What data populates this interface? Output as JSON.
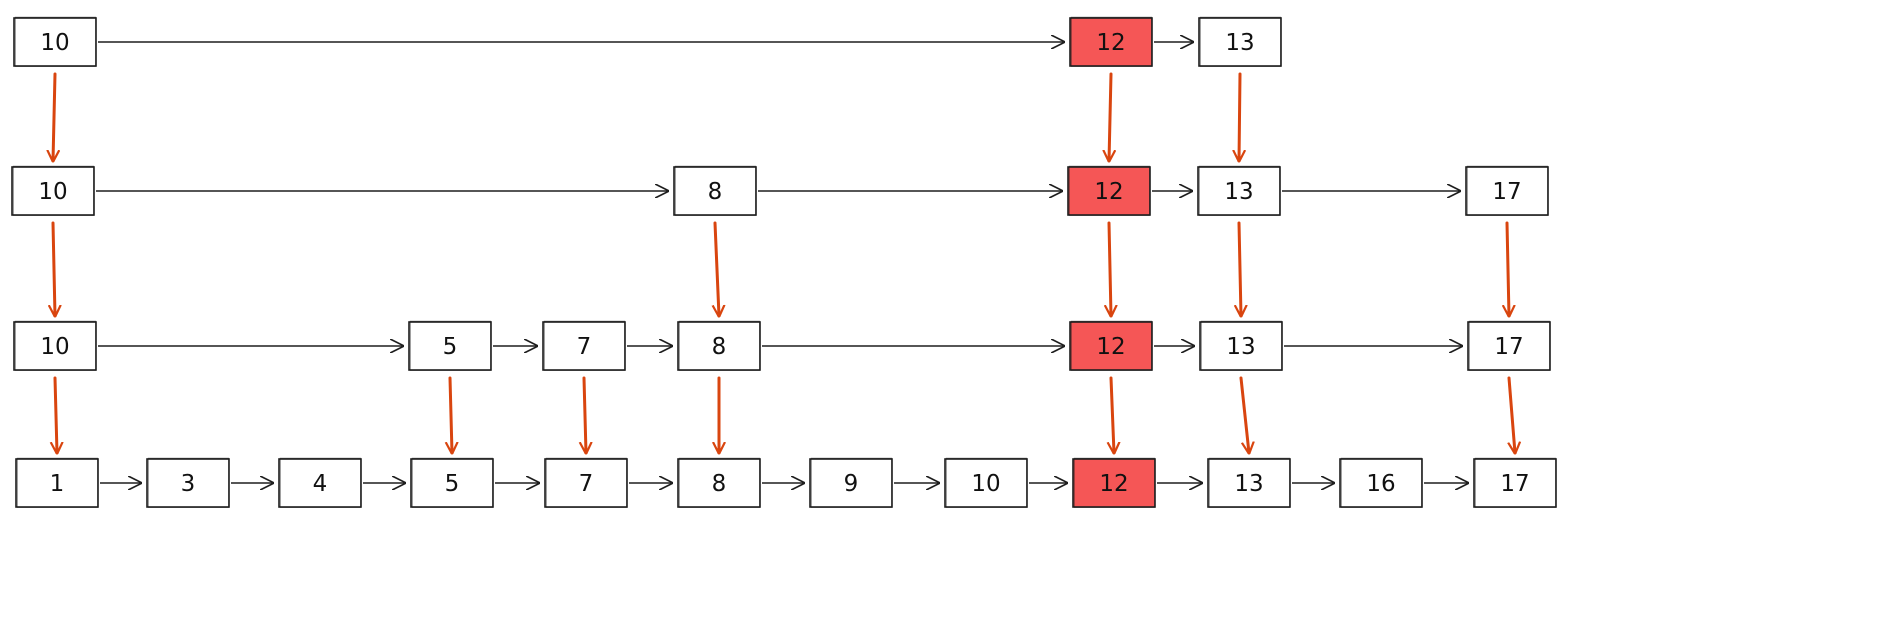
{
  "diagram": {
    "type": "skip-list",
    "levels": [
      {
        "level": 3,
        "nodes": [
          {
            "id": "L3-10",
            "value": "10",
            "highlight": false
          },
          {
            "id": "L3-12",
            "value": "12",
            "highlight": true
          },
          {
            "id": "L3-13",
            "value": "13",
            "highlight": false
          }
        ]
      },
      {
        "level": 2,
        "nodes": [
          {
            "id": "L2-10",
            "value": "10",
            "highlight": false
          },
          {
            "id": "L2-8",
            "value": "8",
            "highlight": false
          },
          {
            "id": "L2-12",
            "value": "12",
            "highlight": true
          },
          {
            "id": "L2-13",
            "value": "13",
            "highlight": false
          },
          {
            "id": "L2-17",
            "value": "17",
            "highlight": false
          }
        ]
      },
      {
        "level": 1,
        "nodes": [
          {
            "id": "L1-10",
            "value": "10",
            "highlight": false
          },
          {
            "id": "L1-5",
            "value": "5",
            "highlight": false
          },
          {
            "id": "L1-7",
            "value": "7",
            "highlight": false
          },
          {
            "id": "L1-8",
            "value": "8",
            "highlight": false
          },
          {
            "id": "L1-12",
            "value": "12",
            "highlight": true
          },
          {
            "id": "L1-13",
            "value": "13",
            "highlight": false
          },
          {
            "id": "L1-17",
            "value": "17",
            "highlight": false
          }
        ]
      },
      {
        "level": 0,
        "nodes": [
          {
            "id": "L0-1",
            "value": "1",
            "highlight": false
          },
          {
            "id": "L0-3",
            "value": "3",
            "highlight": false
          },
          {
            "id": "L0-4",
            "value": "4",
            "highlight": false
          },
          {
            "id": "L0-5",
            "value": "5",
            "highlight": false
          },
          {
            "id": "L0-7",
            "value": "7",
            "highlight": false
          },
          {
            "id": "L0-8",
            "value": "8",
            "highlight": false
          },
          {
            "id": "L0-9",
            "value": "9",
            "highlight": false
          },
          {
            "id": "L0-10",
            "value": "10",
            "highlight": false
          },
          {
            "id": "L0-12",
            "value": "12",
            "highlight": true
          },
          {
            "id": "L0-13",
            "value": "13",
            "highlight": false
          },
          {
            "id": "L0-16",
            "value": "16",
            "highlight": false
          },
          {
            "id": "L0-17",
            "value": "17",
            "highlight": false
          }
        ]
      }
    ],
    "horizontal_links": [
      [
        "L3-10",
        "L3-12"
      ],
      [
        "L3-12",
        "L3-13"
      ],
      [
        "L2-10",
        "L2-8"
      ],
      [
        "L2-8",
        "L2-12"
      ],
      [
        "L2-12",
        "L2-13"
      ],
      [
        "L2-13",
        "L2-17"
      ],
      [
        "L1-10",
        "L1-5"
      ],
      [
        "L1-5",
        "L1-7"
      ],
      [
        "L1-7",
        "L1-8"
      ],
      [
        "L1-8",
        "L1-12"
      ],
      [
        "L1-12",
        "L1-13"
      ],
      [
        "L1-13",
        "L1-17"
      ],
      [
        "L0-1",
        "L0-3"
      ],
      [
        "L0-3",
        "L0-4"
      ],
      [
        "L0-4",
        "L0-5"
      ],
      [
        "L0-5",
        "L0-7"
      ],
      [
        "L0-7",
        "L0-8"
      ],
      [
        "L0-8",
        "L0-9"
      ],
      [
        "L0-9",
        "L0-10"
      ],
      [
        "L0-10",
        "L0-12"
      ],
      [
        "L0-12",
        "L0-13"
      ],
      [
        "L0-13",
        "L0-16"
      ],
      [
        "L0-16",
        "L0-17"
      ]
    ],
    "down_links": [
      [
        "L3-10",
        "L2-10"
      ],
      [
        "L3-12",
        "L2-12"
      ],
      [
        "L3-13",
        "L2-13"
      ],
      [
        "L2-10",
        "L1-10"
      ],
      [
        "L2-8",
        "L1-8"
      ],
      [
        "L2-12",
        "L1-12"
      ],
      [
        "L2-13",
        "L1-13"
      ],
      [
        "L2-17",
        "L1-17"
      ],
      [
        "L1-10",
        "L0-1"
      ],
      [
        "L1-5",
        "L0-5"
      ],
      [
        "L1-7",
        "L0-7"
      ],
      [
        "L1-8",
        "L0-8"
      ],
      [
        "L1-12",
        "L0-12"
      ],
      [
        "L1-13",
        "L0-13"
      ],
      [
        "L1-17",
        "L0-17"
      ]
    ],
    "colors": {
      "highlight_fill": "#f55656",
      "node_fill": "#ffffff",
      "node_stroke": "#1e1e1e",
      "down_arrow": "#d9450f",
      "link_arrow": "#1e1e1e"
    }
  }
}
